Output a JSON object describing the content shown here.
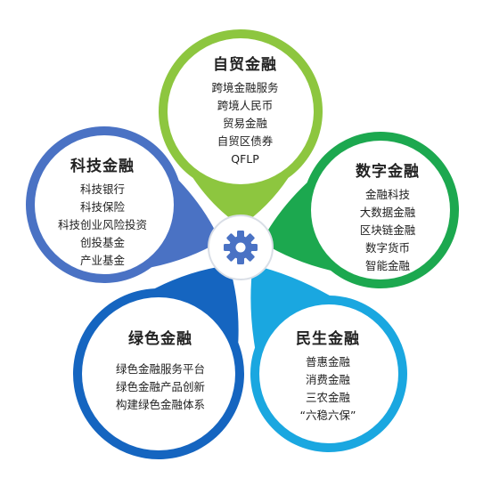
{
  "colors": {
    "top": "#8dc63f",
    "right": "#1ca84f",
    "bottom_right": "#1aa7e0",
    "bottom_left": "#1565c0",
    "left": "#4a72c4",
    "center": "#4a72c4"
  },
  "center": {
    "icon": "gear-icon"
  },
  "petals": [
    {
      "id": "top",
      "title": "自贸金融",
      "items": [
        "跨境金融服务",
        "跨境人民币",
        "贸易金融",
        "自贸区债券",
        "QFLP"
      ]
    },
    {
      "id": "right",
      "title": "数字金融",
      "items": [
        "金融科技",
        "大数据金融",
        "区块链金融",
        "数字货币",
        "智能金融"
      ]
    },
    {
      "id": "bottom_right",
      "title": "民生金融",
      "items": [
        "普惠金融",
        "消费金融",
        "三农金融",
        "“六稳六保”"
      ]
    },
    {
      "id": "bottom_left",
      "title": "绿色金融",
      "items": [
        "绿色金融服务平台",
        "绿色金融产品创新",
        "构建绿色金融体系"
      ]
    },
    {
      "id": "left",
      "title": "科技金融",
      "items": [
        "科技银行",
        "科技保险",
        "科技创业风险投资",
        "创投基金",
        "产业基金"
      ]
    }
  ]
}
